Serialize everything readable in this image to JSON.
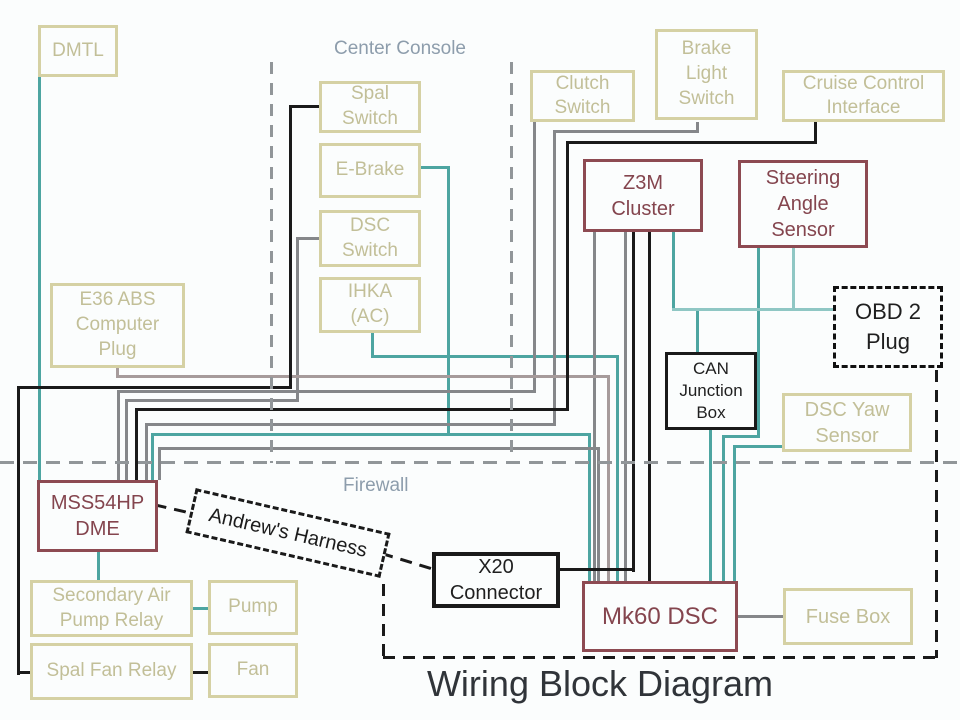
{
  "title": "Wiring Block Diagram",
  "region_labels": {
    "center_console": "Center Console",
    "firewall": "Firewall",
    "harness": "Andrew's Harness"
  },
  "boxes": {
    "dmtl": {
      "label": "DMTL"
    },
    "spal_switch": {
      "label": "Spal\nSwitch"
    },
    "e_brake": {
      "label": "E-Brake"
    },
    "dsc_switch": {
      "label": "DSC\nSwitch"
    },
    "ihka": {
      "label": "IHKA\n(AC)"
    },
    "clutch_switch": {
      "label": "Clutch\nSwitch"
    },
    "brake_light_switch": {
      "label": "Brake\nLight\nSwitch"
    },
    "cruise_control": {
      "label": "Cruise Control\nInterface"
    },
    "z3m_cluster": {
      "label": "Z3M\nCluster"
    },
    "steering_angle_sensor": {
      "label": "Steering\nAngle\nSensor"
    },
    "obd2_plug": {
      "label": "OBD 2\nPlug"
    },
    "e36_abs": {
      "label": "E36 ABS\nComputer\nPlug"
    },
    "can_junction": {
      "label": "CAN\nJunction\nBox"
    },
    "dsc_yaw": {
      "label": "DSC Yaw\nSensor"
    },
    "mss54hp": {
      "label": "MSS54HP\nDME"
    },
    "x20": {
      "label": "X20\nConnector"
    },
    "mk60": {
      "label": "Mk60 DSC"
    },
    "fuse_box": {
      "label": "Fuse Box"
    },
    "sap_relay": {
      "label": "Secondary Air\nPump Relay"
    },
    "pump": {
      "label": "Pump"
    },
    "spal_fan_relay": {
      "label": "Spal Fan Relay"
    },
    "fan": {
      "label": "Fan"
    }
  },
  "colors": {
    "tan_border": "#d5d1a4",
    "tan_text": "#c2bf98",
    "maroon": "#8d4a52",
    "teal": "#4da5a1",
    "teal_light": "#8fc7c4",
    "gray": "#85878a",
    "taupe": "#a69b9b",
    "black": "#1a1a1a",
    "dashed_gray": "#919699",
    "region_label": "#8d9dac",
    "title_color": "#303439",
    "background": "#fbfdfd"
  }
}
